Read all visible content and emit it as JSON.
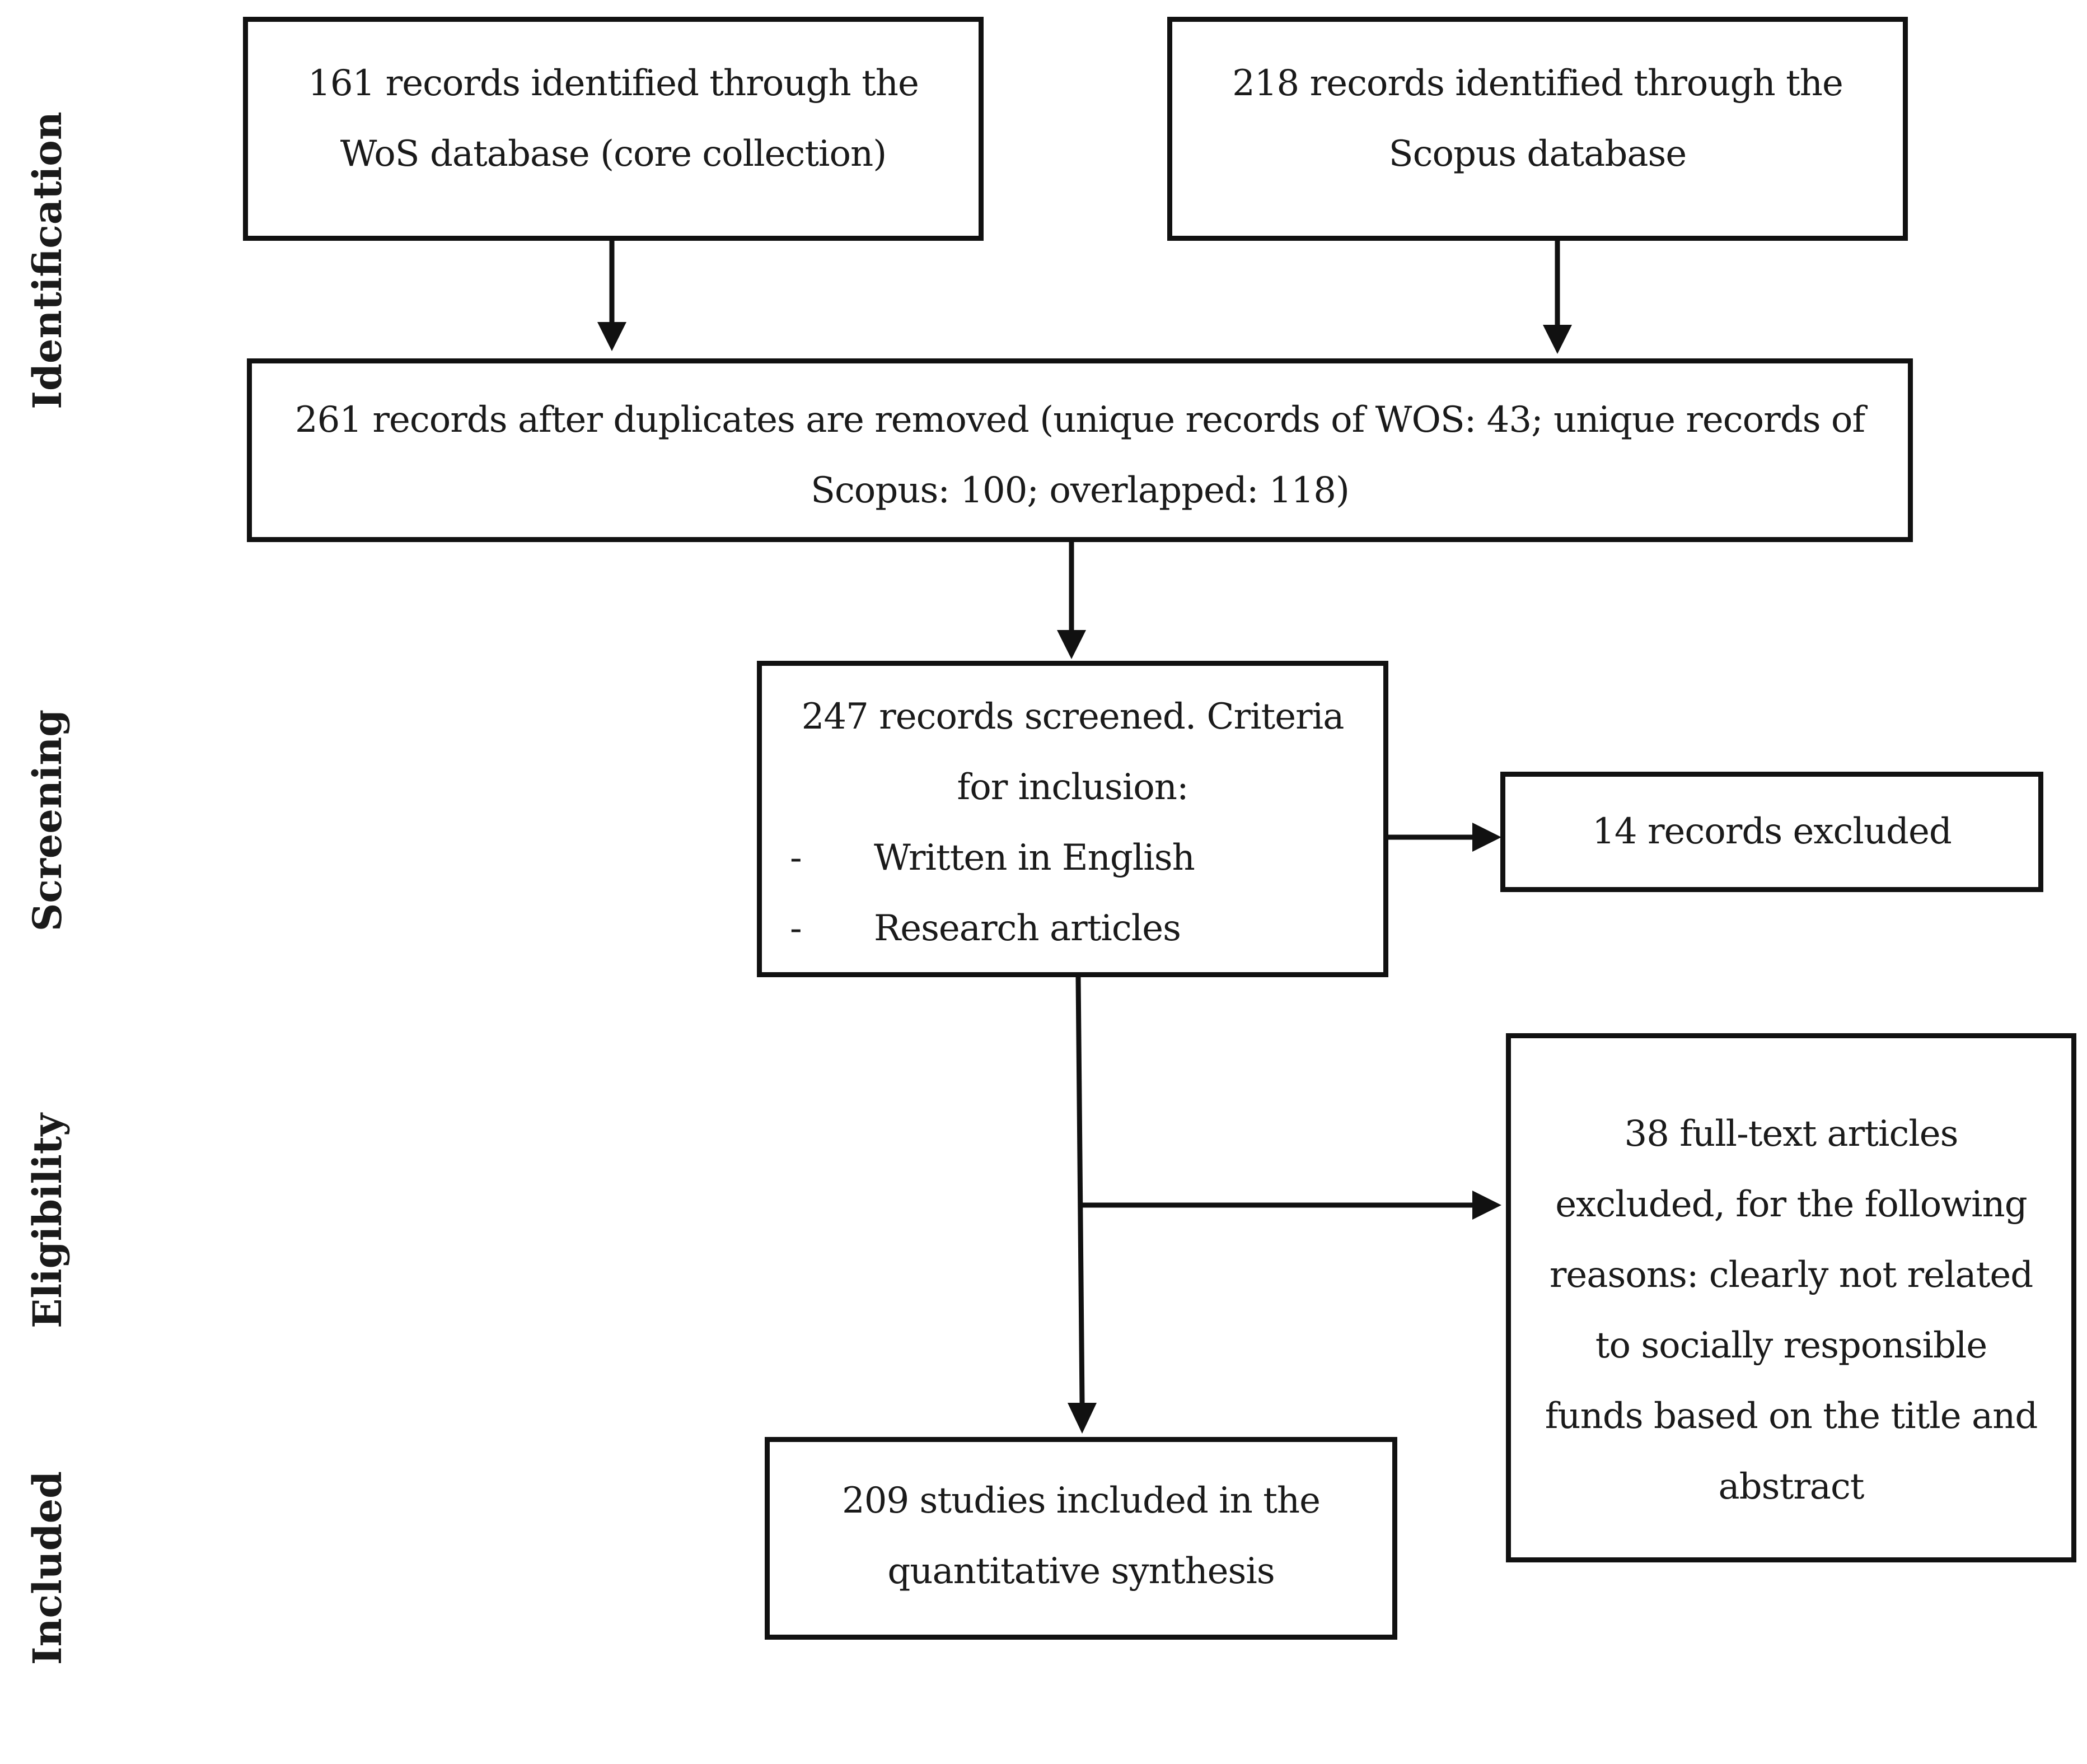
{
  "stages": {
    "identification": "Identification",
    "screening": "Screening",
    "eligibility": "Eligibility",
    "included": "Included"
  },
  "boxes": {
    "wos": {
      "line1": "161 records identified through the",
      "line2": "WoS database (core collection)"
    },
    "scopus": {
      "line1": "218 records identified through the",
      "line2": "Scopus database"
    },
    "dedup": {
      "line1": "261 records after duplicates are removed (unique records of WOS: 43; unique records of",
      "line2": "Scopus: 100; overlapped: 118)"
    },
    "screened": {
      "line1": "247 records screened. Criteria",
      "line2": "for inclusion:",
      "criteria": [
        {
          "dash": "-",
          "text": "Written in English"
        },
        {
          "dash": "-",
          "text": "Research articles"
        }
      ]
    },
    "excluded_records": {
      "line1": "14 records excluded"
    },
    "excluded_fulltext": {
      "lines": [
        "38 full-text articles",
        "excluded, for the following",
        "reasons: clearly not related",
        "to socially responsible",
        "funds based on the title and",
        "abstract"
      ]
    },
    "included": {
      "line1": "209 studies included in the",
      "line2": "quantitative synthesis"
    }
  },
  "colors": {
    "stroke": "#111111",
    "text": "#1a1a1a",
    "background": "#ffffff"
  }
}
